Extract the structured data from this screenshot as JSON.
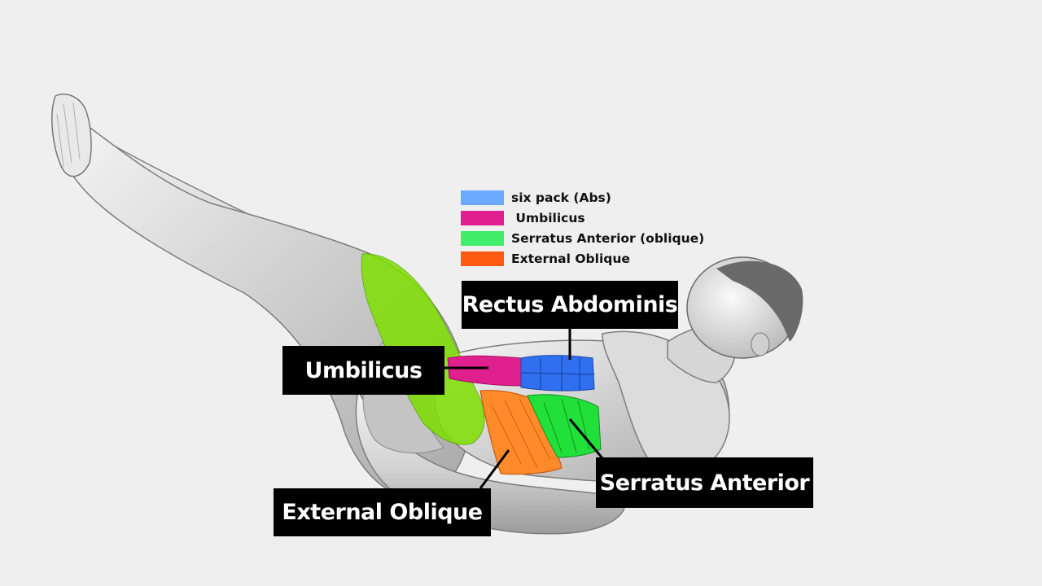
{
  "colors": {
    "background": "#efefef",
    "six_pack": "#6aa9ff",
    "umbilicus": "#e0208e",
    "serratus": "#40ee6a",
    "external_oblique": "#ff5a12",
    "label_bg": "#000000",
    "label_text": "#ffffff"
  },
  "legend": {
    "items": [
      {
        "label": "six pack (Abs)",
        "color": "#6aa9ff"
      },
      {
        "label": " Umbilicus",
        "color": "#e0208e"
      },
      {
        "label": "Serratus Anterior (oblique)",
        "color": "#40ee6a"
      },
      {
        "label": "External Oblique",
        "color": "#ff5a12"
      }
    ]
  },
  "callouts": {
    "rectus_abdominis": "Rectus Abdominis",
    "umbilicus": "Umbilicus",
    "serratus_anterior": "Serratus Anterior",
    "external_oblique": "External Oblique"
  }
}
